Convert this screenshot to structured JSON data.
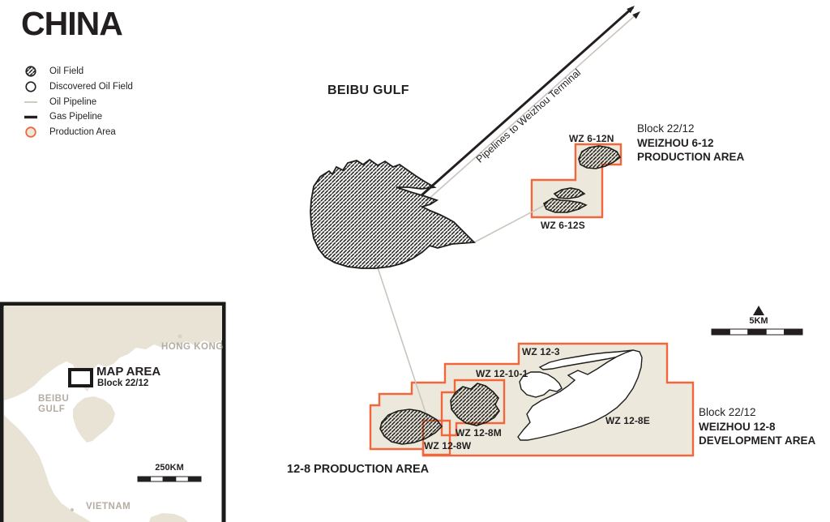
{
  "title": "CHINA",
  "colors": {
    "accent_orange": "#F1663A",
    "production_area_fill": "#ECE9DC",
    "ink": "#231F20",
    "muted_label_gray": "#B3ADA3",
    "oil_pipeline_gray": "#C9C5BE",
    "inset_land_beige": "#E9E3D5"
  },
  "legend": {
    "items": [
      {
        "icon": "oil-field-icon",
        "label": "Oil Field"
      },
      {
        "icon": "discovered-oil-field-icon",
        "label": "Discovered Oil Field"
      },
      {
        "icon": "oil-pipeline-icon",
        "label": "Oil Pipeline"
      },
      {
        "icon": "gas-pipeline-icon",
        "label": "Gas Pipeline"
      },
      {
        "icon": "production-area-icon",
        "label": "Production Area"
      }
    ]
  },
  "map": {
    "gulf_label": "BEIBU GULF",
    "pipeline_label": "Pipelines to Weizhou Terminal",
    "fields": {
      "wz6_12n": "WZ 6-12N",
      "wz6_12s": "WZ 6-12S",
      "wz12_3": "WZ 12-3",
      "wz12_10_1": "WZ 12-10-1",
      "wz12_8m": "WZ 12-8M",
      "wz12_8w": "WZ 12-8W",
      "wz12_8e": "WZ 12-8E"
    },
    "area_6_12": {
      "block": "Block 22/12",
      "name": "WEIZHOU 6-12",
      "type": "PRODUCTION AREA"
    },
    "area_12_8": {
      "block": "Block 22/12",
      "name": "WEIZHOU 12-8",
      "type": "DEVELOPMENT AREA"
    },
    "production_12_8_label": "12-8 PRODUCTION AREA",
    "scale_label": "5KM"
  },
  "inset": {
    "hong_kong": "HONG KONG",
    "map_area": "MAP AREA",
    "block": "Block 22/12",
    "beibu": "BEIBU",
    "gulf": "GULF",
    "vietnam": "VIETNAM",
    "scale_label": "250KM"
  }
}
